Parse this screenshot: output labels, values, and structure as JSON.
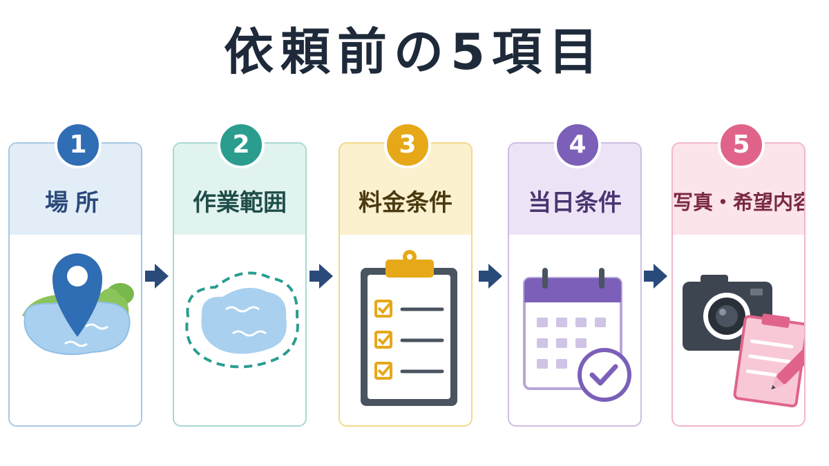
{
  "title": "依頼前の5項目",
  "steps": [
    {
      "number": "1",
      "label": "場所"
    },
    {
      "number": "2",
      "label": "作業範囲"
    },
    {
      "number": "3",
      "label": "料金条件"
    },
    {
      "number": "4",
      "label": "当日条件"
    },
    {
      "number": "5",
      "label": "写真・希望内容"
    }
  ],
  "colors": {
    "step1": "#2f6db5",
    "step2": "#2a9d8f",
    "step3": "#e6a818",
    "step4": "#7b5fb8",
    "step5": "#e0648a",
    "arrow": "#2a4a7a"
  }
}
